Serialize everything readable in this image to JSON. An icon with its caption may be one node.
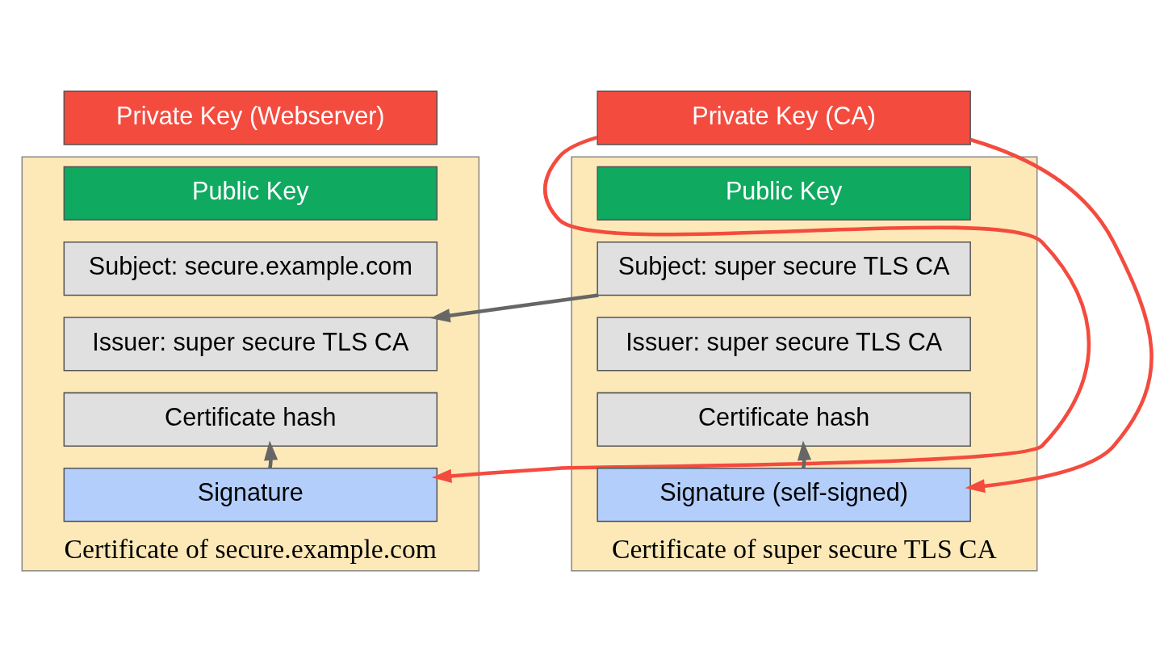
{
  "diagram": {
    "nodes": [
      {
        "text": [
          "Private Key (Webserver)"
        ]
      },
      {
        "text": [
          "Private Key (CA)"
        ]
      },
      {
        "text": [
          "Certificate of secure.example.com"
        ]
      },
      {
        "text": [
          "Public Key"
        ],
        "in": 2
      },
      {
        "text": [
          "Subject: secure.example.com"
        ],
        "in": 2
      },
      {
        "text": [
          "Issuer: super secure TLS CA"
        ],
        "in": 2
      },
      {
        "text": [
          "Certificate hash"
        ],
        "in": 2
      },
      {
        "text": [
          "Signature"
        ],
        "in": 2
      },
      {
        "text": [
          "Certificate of super secure TLS CA"
        ]
      },
      {
        "text": [
          "Public Key"
        ],
        "in": 8
      },
      {
        "text": [
          "Subject: super secure TLS CA"
        ],
        "in": 8
      },
      {
        "text": [
          "Issuer: super secure TLS CA"
        ],
        "in": 8
      },
      {
        "text": [
          "Certificate hash"
        ],
        "in": 8
      },
      {
        "text": [
          "Signature (self-signed)"
        ],
        "in": 8
      }
    ],
    "edges": [
      {
        "from": 10,
        "to": 5,
        "arrow": "to"
      },
      {
        "from": 7,
        "to": 6,
        "arrow": "to"
      },
      {
        "from": 13,
        "to": 12,
        "arrow": "to"
      },
      {
        "from": 1,
        "to": 7,
        "arrow": "to",
        "color": "#f44b3f"
      },
      {
        "from": 1,
        "to": 13,
        "arrow": "to",
        "color": "#f44b3f"
      }
    ]
  }
}
